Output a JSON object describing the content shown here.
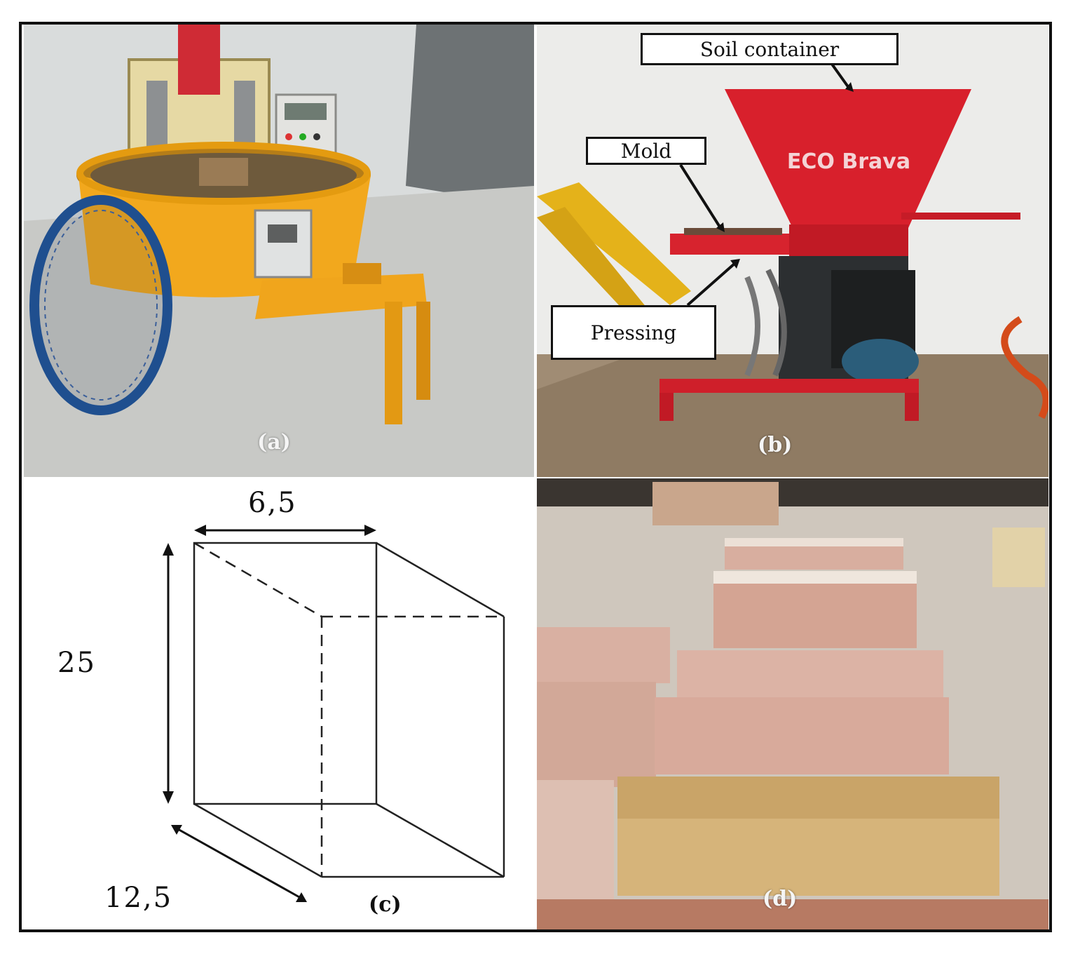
{
  "panels": {
    "a": {
      "label": "(a)"
    },
    "b": {
      "label": "(b)",
      "callouts": {
        "soil_container": "Soil container",
        "mold": "Mold",
        "pressing": "Pressing"
      },
      "machine_brand": "ECO Brava"
    },
    "c": {
      "label": "(c)",
      "dimensions": {
        "width": "6,5",
        "height": "25",
        "depth": "12,5"
      }
    },
    "d": {
      "label": "(d)"
    }
  },
  "colors": {
    "mixer_yellow": "#f2a81d",
    "machine_red": "#d8202c",
    "wheel_blue": "#1f4f8f",
    "brick_pink": "#d9aea0",
    "brick_sand": "#d6b47a"
  }
}
